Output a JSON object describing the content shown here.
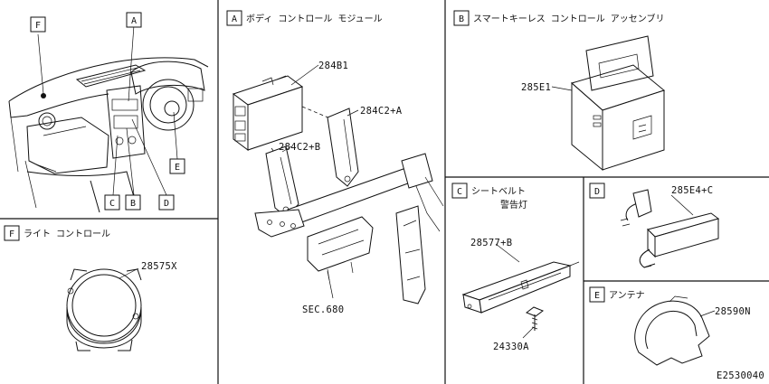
{
  "sections": {
    "A": {
      "letter": "A",
      "title": "ボディ コントロール モジュール"
    },
    "B": {
      "letter": "B",
      "title": "スマートキーレス コントロール アッセンブリ"
    },
    "C": {
      "letter": "C",
      "title": "シートベルト",
      "subtitle": "警告灯"
    },
    "D": {
      "letter": "D"
    },
    "E": {
      "letter": "E",
      "title": "アンテナ"
    },
    "F": {
      "letter": "F",
      "title": "ライト コントロール"
    }
  },
  "overview": {
    "callouts": {
      "A": "A",
      "B": "B",
      "C": "C",
      "D": "D",
      "E": "E",
      "F": "F"
    }
  },
  "parts": {
    "p284B1": "284B1",
    "p284C2A": "284C2+A",
    "p284C2B": "284C2+B",
    "sec680": "SEC.680",
    "p285E1": "285E1",
    "p28577B": "28577+B",
    "p24330A": "24330A",
    "p285E4C": "285E4+C",
    "p28590N": "28590N",
    "p28575X": "28575X"
  },
  "figure_code": "E2530040"
}
